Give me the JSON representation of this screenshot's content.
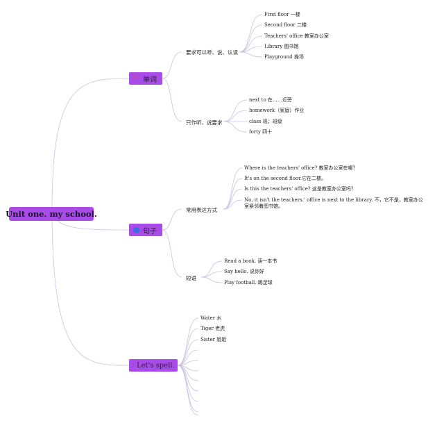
{
  "root": {
    "label": "Unit one. my school."
  },
  "branches": [
    {
      "label": "单词",
      "icon": "pen-icon",
      "icon_color": "#e8476a",
      "groups": [
        {
          "label": "要求可以听、说、认读",
          "items": [
            "First floor 一楼",
            "Second floor 二楼",
            "Teachers' office 教室办公室",
            "Library 图书馆",
            "Playground 操场"
          ]
        },
        {
          "label": "只作听、说要求",
          "items": [
            "next to 在……近旁",
            "homework（家庭）作业",
            "class 班；班级",
            "forty 四十"
          ]
        }
      ]
    },
    {
      "label": "句子",
      "icon": "speech-bubble-icon",
      "icon_color": "#3b6fe0",
      "groups": [
        {
          "label": "常用表达方式",
          "items": [
            "Where is the teachers' office? 教室办公室在哪？",
            "It's on the second floor.它在二楼。",
            "Is this the teachers' office? 这是教室办公室吗？",
            "No, it isn't the teachers.' office is next to the library. 不，它不是，教室办公室紧邻着图书馆。"
          ]
        },
        {
          "label": "短语",
          "items": [
            "Read a book. 读一本书",
            "Say hello. 说你好",
            "Play football. 踢足球"
          ]
        }
      ]
    },
    {
      "label": "Let's spell.",
      "icon": "apple-icon",
      "icon_color": "#e8632c",
      "items": [
        "Water 水",
        "Tiger 老虎",
        "Sister 姐姐",
        "",
        "",
        "",
        "",
        "",
        "",
        "",
        ""
      ]
    }
  ]
}
